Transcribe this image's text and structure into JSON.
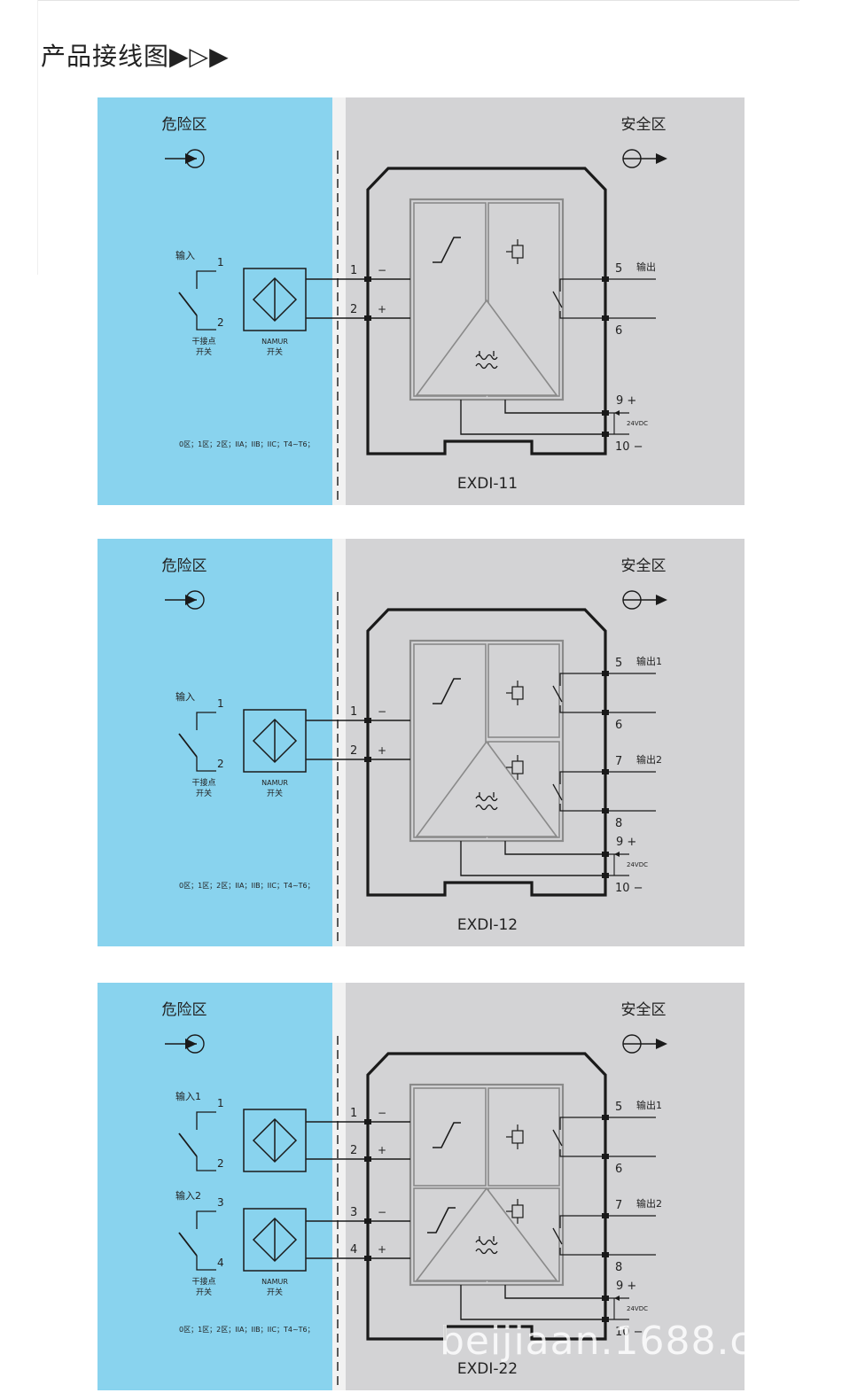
{
  "page_title": "产品接线图▶▷▶",
  "watermark": "beijiaan.1688.c",
  "colors": {
    "hazard_zone": "#89d3ee",
    "safe_zone": "#d3d3d5",
    "line": "#1a1a1a",
    "module_box": "#8a8a8a"
  },
  "common": {
    "hazard_label": "危险区",
    "safe_label": "安全区",
    "switch_label_1": "干接点",
    "switch_label_2": "开关",
    "namur_label_1": "NAMUR",
    "namur_label_2": "开关",
    "zone_note": "0区；1区；2区；IIA；IIB；IIC；T4~T6；",
    "supply_label": "24VDC",
    "pos_sign": "+",
    "neg_sign": "−"
  },
  "diagrams": [
    {
      "model": "EXDI-11",
      "inputs": [
        {
          "label": "输入",
          "t_top": "1",
          "t_bot": "2"
        }
      ],
      "outputs": [
        {
          "label": "输出",
          "t_top": "5",
          "t_bot": "6"
        }
      ],
      "power": {
        "pos": "9",
        "neg": "10"
      }
    },
    {
      "model": "EXDI-12",
      "inputs": [
        {
          "label": "输入",
          "t_top": "1",
          "t_bot": "2"
        }
      ],
      "outputs": [
        {
          "label": "输出1",
          "t_top": "5",
          "t_bot": "6"
        },
        {
          "label": "输出2",
          "t_top": "7",
          "t_bot": "8"
        }
      ],
      "power": {
        "pos": "9",
        "neg": "10"
      }
    },
    {
      "model": "EXDI-22",
      "inputs": [
        {
          "label": "输入1",
          "t_top": "1",
          "t_bot": "2"
        },
        {
          "label": "输入2",
          "t_top": "3",
          "t_bot": "4"
        }
      ],
      "outputs": [
        {
          "label": "输出1",
          "t_top": "5",
          "t_bot": "6"
        },
        {
          "label": "输出2",
          "t_top": "7",
          "t_bot": "8"
        }
      ],
      "power": {
        "pos": "9",
        "neg": "10"
      }
    }
  ]
}
